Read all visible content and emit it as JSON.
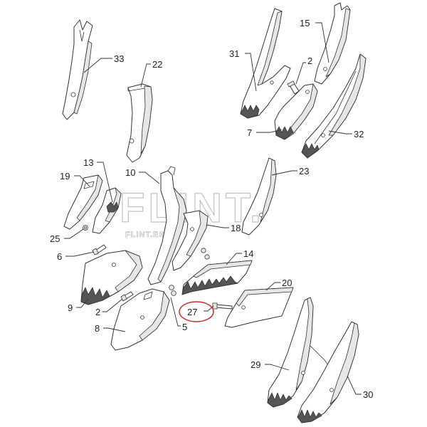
{
  "watermark": {
    "brand": "FLINT.",
    "site": "FLINT.ES"
  },
  "callouts": [
    "33",
    "22",
    "31",
    "15",
    "2",
    "7",
    "32",
    "19",
    "13",
    "10",
    "23",
    "25",
    "6",
    "18",
    "14",
    "9",
    "2",
    "8",
    "5",
    "27",
    "20",
    "29",
    "30"
  ],
  "colors": {
    "line": "#333333",
    "part_fill": "#ffffff",
    "shade": "#e6e6e6",
    "highlight": "#d42a2a"
  }
}
